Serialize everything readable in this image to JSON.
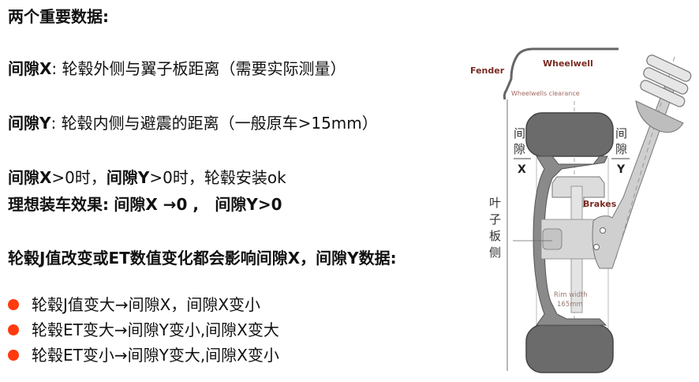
{
  "heading": "两个重要数据:",
  "definitions": [
    {
      "term": "间隙X",
      "sep": ": ",
      "desc": "轮毂外侧与翼子板距离（需要实际测量）"
    },
    {
      "term": "间隙Y",
      "sep": ": ",
      "desc": "轮毂内侧与避震的距离（一般原车>15mm）"
    }
  ],
  "condition": {
    "part1": "间隙X",
    "part2": ">0时，",
    "part3": "间隙Y",
    "part4": ">0时，轮毂安装ok"
  },
  "ideal": {
    "label": "理想装车效果:",
    "x_part": "间隙X →0 ,",
    "y_part": "间隙Y>0"
  },
  "influence_heading": "轮毂J值改变或ET数值变化都会影响间隙X，间隙Y数据:",
  "bullets": [
    {
      "text": "轮毂J值变大→间隙X，间隙X变小"
    },
    {
      "text": "轮毂ET变大→间隙Y变小,间隙X变大"
    },
    {
      "text": "轮毂ET变小→间隙Y变大,间隙X变小"
    }
  ],
  "colors": {
    "bullet": "#ff3b0f",
    "diagram_label": "#7a2a22",
    "tire": "#6b6b6b",
    "rim": "#8a8a8a",
    "light_part": "#d9d9d9"
  },
  "diagram": {
    "fender": "Fender",
    "wheelwell": "Wheelwell",
    "clearance": "Wheelwells clearance",
    "gap_x": [
      "间",
      "隙"
    ],
    "gap_x_letter": "X",
    "gap_y": [
      "间",
      "隙"
    ],
    "gap_y_letter": "Y",
    "brakes": "Brakes",
    "leaf_side": [
      "叶",
      "子",
      "板",
      "侧"
    ],
    "rim_width_1": "Rim width",
    "rim_width_2": "165mm"
  }
}
